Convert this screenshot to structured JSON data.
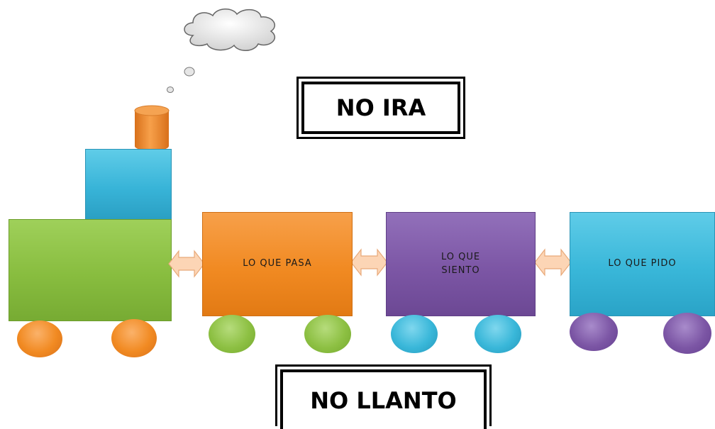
{
  "labels": {
    "top": "NO IRA",
    "bottom": "NO LLANTO"
  },
  "cars": [
    {
      "label": "LO QUE PASA"
    },
    {
      "label": "LO QUE\nSIENTO"
    },
    {
      "label": "LO QUE PIDO"
    }
  ],
  "colors": {
    "orange": "#f18a22",
    "green": "#8dc043",
    "blue": "#39b7d9",
    "purple": "#7c56a5",
    "connector": "#fcd5b5"
  },
  "icons": {
    "smoke": "cloud-icon",
    "connector": "double-arrow-icon"
  }
}
